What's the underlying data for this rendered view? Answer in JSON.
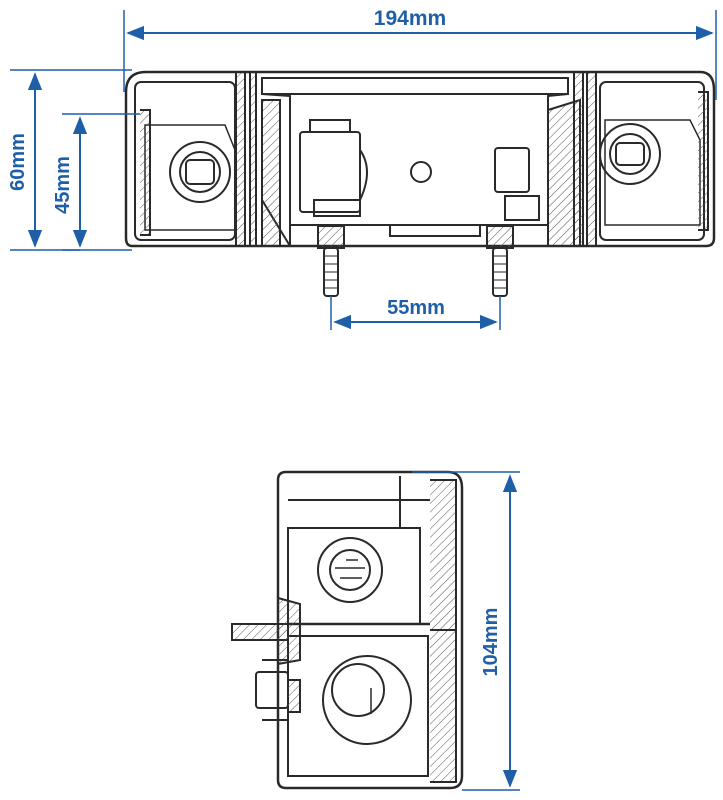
{
  "top_view": {
    "width_label": "194mm",
    "height_outer_label": "60mm",
    "height_inner_label": "45mm",
    "bolt_spacing_label": "55mm"
  },
  "side_view": {
    "length_label": "104mm"
  },
  "colors": {
    "dimension": "#1f5fa8",
    "line_art": "#2a2a2a",
    "background": "#ffffff"
  }
}
